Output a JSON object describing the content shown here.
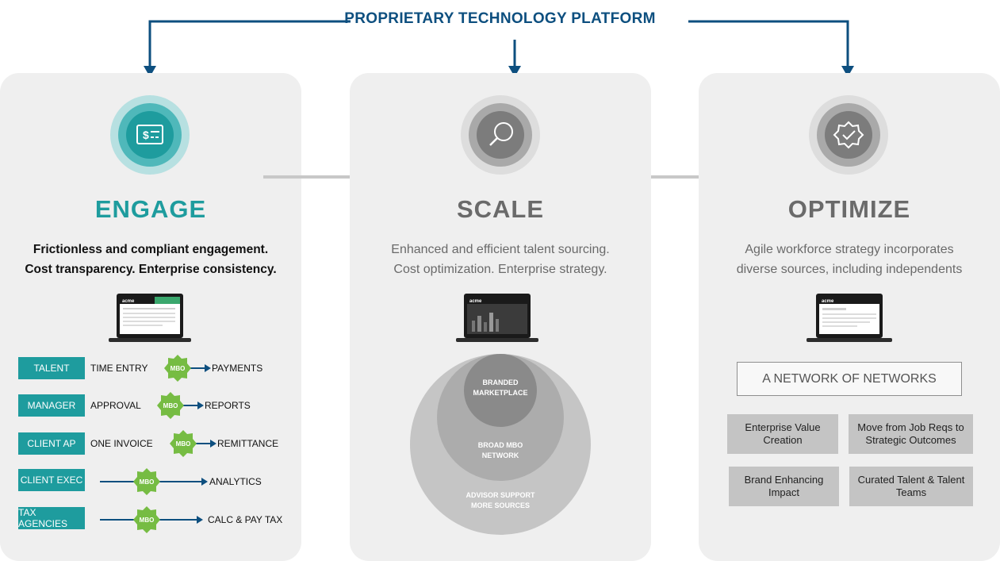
{
  "platform_title": "PROPRIETARY TECHNOLOGY PLATFORM",
  "colors": {
    "teal": "#1e9c9e",
    "navy": "#0d4f7f",
    "grey_title": "#6a6a6a",
    "mbo_green": "#76bc43",
    "panel_bg": "#efefef"
  },
  "engage": {
    "icon": "dollar-card-icon",
    "title": "ENGAGE",
    "desc_line1": "Frictionless and compliant engagement.",
    "desc_line2": "Cost transparency. Enterprise consistency.",
    "laptop_brand": "acme",
    "flows": [
      {
        "role": "TALENT",
        "step": "TIME ENTRY",
        "badge": "MBO",
        "result": "PAYMENTS"
      },
      {
        "role": "MANAGER",
        "step": "APPROVAL",
        "badge": "MBO",
        "result": "REPORTS"
      },
      {
        "role": "CLIENT AP",
        "step": "ONE INVOICE",
        "badge": "MBO",
        "result": "REMITTANCE"
      },
      {
        "role": "CLIENT EXEC",
        "step": "",
        "badge": "MBO",
        "result": "ANALYTICS"
      },
      {
        "role": "TAX AGENCIES",
        "step": "",
        "badge": "MBO",
        "result": "CALC & PAY TAX"
      }
    ]
  },
  "scale": {
    "icon": "magnifier-icon",
    "title": "SCALE",
    "desc_line1": "Enhanced and efficient talent sourcing.",
    "desc_line2": "Cost optimization. Enterprise strategy.",
    "laptop_brand": "acme",
    "circles": {
      "inner_line1": "BRANDED",
      "inner_line2": "MARKETPLACE",
      "middle_line1": "BROAD MBO",
      "middle_line2": "NETWORK",
      "outer_line1": "ADVISOR SUPPORT",
      "outer_line2": "MORE SOURCES"
    }
  },
  "optimize": {
    "icon": "verified-badge-icon",
    "title": "OPTIMIZE",
    "desc_line1": "Agile workforce strategy incorporates",
    "desc_line2": "diverse sources, including independents",
    "laptop_brand": "acme",
    "network_label": "A NETWORK OF NETWORKS",
    "boxes": [
      "Enterprise Value Creation",
      "Move from Job Reqs to Strategic Outcomes",
      "Brand Enhancing Impact",
      "Curated Talent & Talent Teams"
    ]
  }
}
